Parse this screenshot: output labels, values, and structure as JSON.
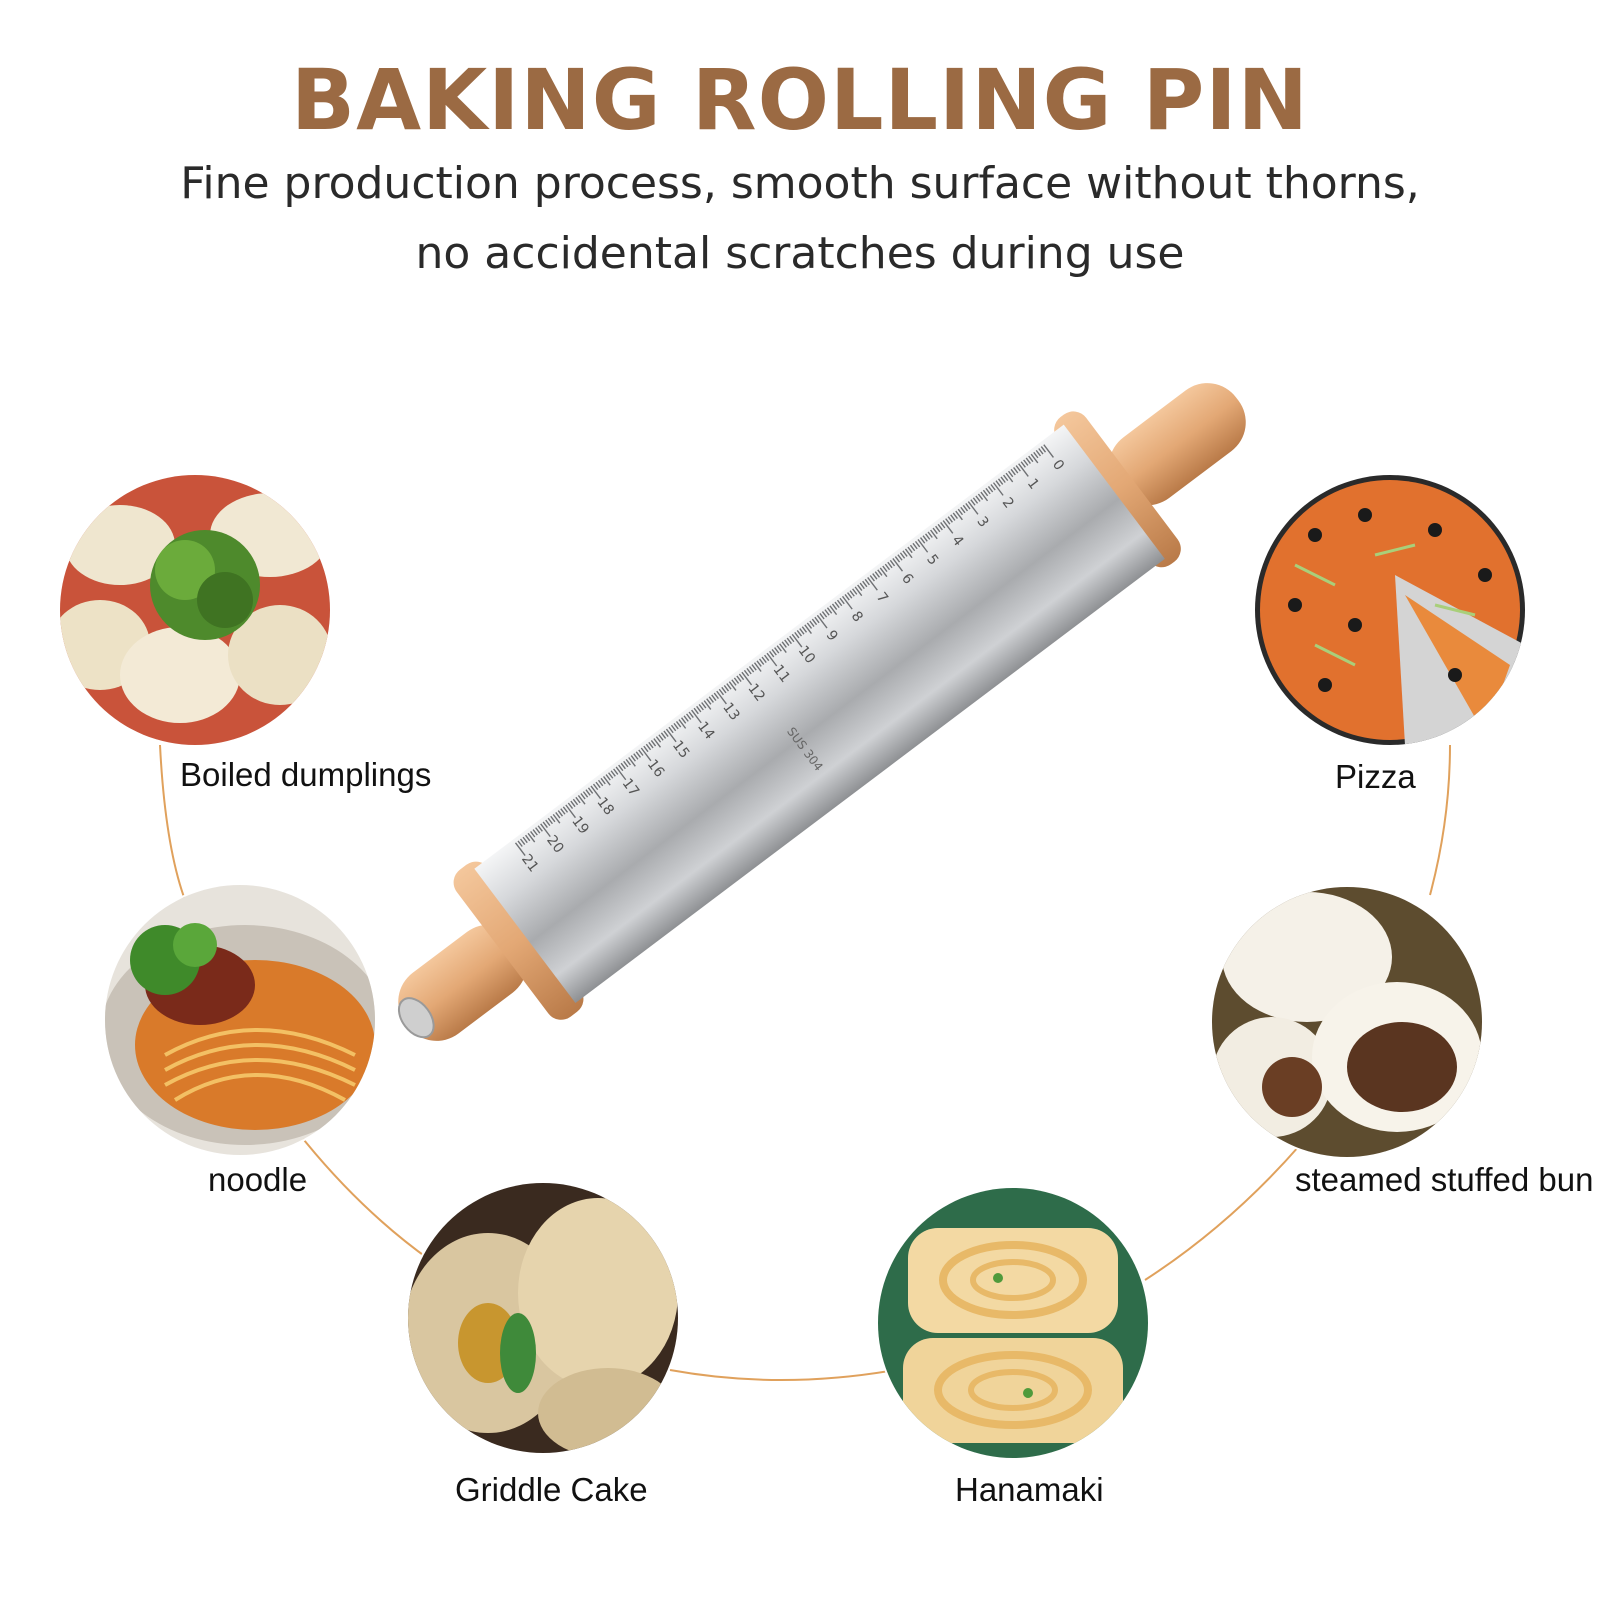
{
  "header": {
    "title": "BAKING ROLLING PIN",
    "subtitle_line1": "Fine production process, smooth surface without thorns,",
    "subtitle_line2": "no accidental scratches during use"
  },
  "colors": {
    "title": "#9b6a43",
    "arc": "#e0a15c",
    "wood": "#e3a875",
    "steel": "#c9cbce"
  },
  "product": {
    "ruler_numbers": [
      "0",
      "1",
      "2",
      "3",
      "4",
      "5",
      "6",
      "7",
      "8",
      "9",
      "10",
      "11",
      "12",
      "13",
      "14",
      "15",
      "16",
      "17",
      "18",
      "19",
      "20",
      "21"
    ],
    "engraving": "SUS 304"
  },
  "foods": [
    {
      "label": "Boiled dumplings"
    },
    {
      "label": "noodle"
    },
    {
      "label": "Griddle Cake"
    },
    {
      "label": "Hanamaki"
    },
    {
      "label": "steamed stuffed bun"
    },
    {
      "label": "Pizza"
    }
  ]
}
